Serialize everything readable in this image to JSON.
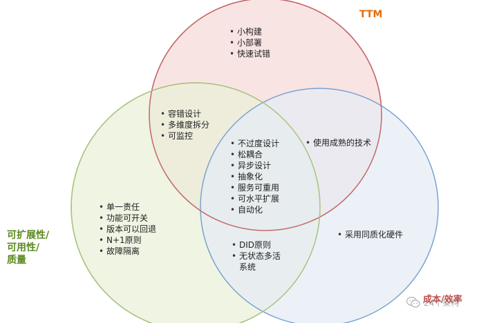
{
  "sets": {
    "ttm": {
      "label": "TTM",
      "color": "#e46c0a",
      "fill": "#f9e4e4",
      "stroke": "#c46a6a"
    },
    "scalability": {
      "label_lines": [
        "可扩展性/",
        "可用性/",
        "质量"
      ],
      "color": "#5a8a1e",
      "fill": "#e9f0d9",
      "stroke": "#a9c47f"
    },
    "cost": {
      "label": "成本/效率",
      "color": "#c0504d",
      "fill": "#e4ecf5",
      "stroke": "#7aa3cc"
    }
  },
  "regions": {
    "ttm_only": [
      "小构建",
      "小部署",
      "快速试错"
    ],
    "ttm_scalability": [
      "容错设计",
      "多维度拆分",
      "可监控"
    ],
    "ttm_cost": [
      "使用成熟的技术"
    ],
    "all_three": [
      "不过度设计",
      "松耦合",
      "异步设计",
      "抽象化",
      "服务可重用",
      "可水平扩展",
      "自动化"
    ],
    "scalability_only": [
      "单一责任",
      "功能可开关",
      "版本可以回退",
      "N+1原则",
      "故障隔离"
    ],
    "scalability_cost": {
      "items": [
        "DID原则",
        "无状态多活"
      ],
      "continuation": "系统"
    },
    "cost_only": [
      "采用同质化硬件"
    ]
  },
  "watermark": {
    "text": "24个架构",
    "icon": "wechat-icon"
  }
}
